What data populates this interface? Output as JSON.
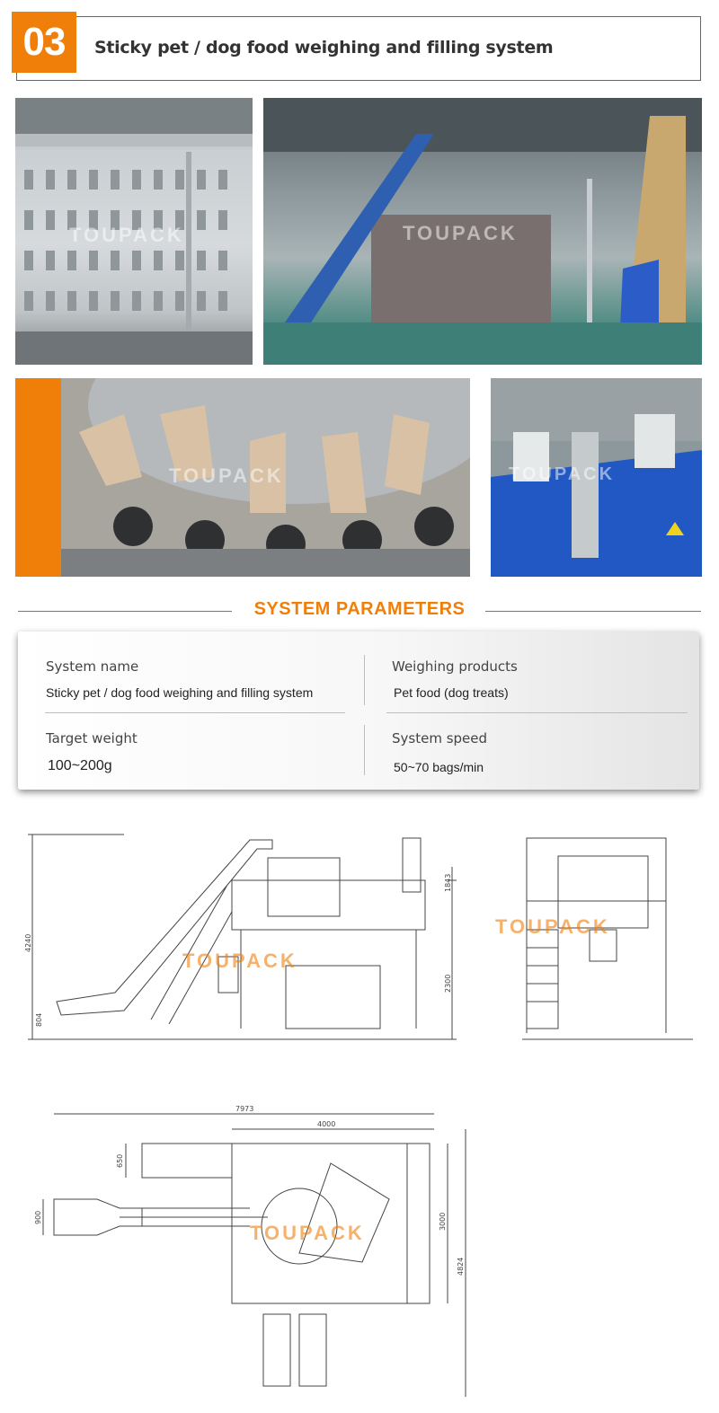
{
  "header": {
    "number": "03",
    "title": "Sticky pet / dog food weighing and filling system"
  },
  "watermark": "TOUPACK",
  "section": {
    "title": "SYSTEM PARAMETERS"
  },
  "params": {
    "system_name_label": "System name",
    "system_name_value": "Sticky pet / dog food weighing and filling system",
    "weighing_products_label": "Weighing products",
    "weighing_products_value": "Pet food (dog treats)",
    "target_weight_label": "Target weight",
    "target_weight_value": "100~200g",
    "system_speed_label": "System speed",
    "system_speed_value": "50~70 bags/min"
  },
  "drawing_dims": {
    "side_total": "4240",
    "side_top": "1843",
    "side_mid": "2300",
    "side_low": "804",
    "plan_total_width": "7973",
    "plan_width": "4000",
    "plan_left_h": "650",
    "plan_left_h2": "900",
    "plan_depth": "3000",
    "plan_total_depth": "4824"
  },
  "colors": {
    "accent": "#f07f0a"
  }
}
